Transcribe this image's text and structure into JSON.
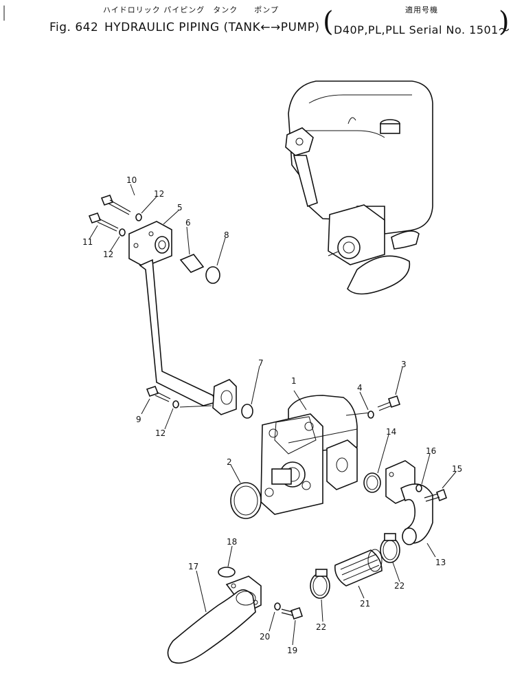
{
  "header": {
    "title_jp": "ハイドロリック パイピング　タンク　　ポンプ",
    "fig_label": "Fig. 642",
    "title_en": "HYDRAULIC PIPING (TANK←→PUMP)",
    "applicable_jp": "適用号機",
    "applicable_en": "D40P,PL,PLL Serial No. 1501～"
  },
  "callouts": [
    "1",
    "2",
    "3",
    "4",
    "5",
    "6",
    "7",
    "8",
    "9",
    "10",
    "11",
    "12",
    "12",
    "12",
    "13",
    "14",
    "15",
    "16",
    "17",
    "18",
    "19",
    "20",
    "21",
    "22",
    "22"
  ]
}
